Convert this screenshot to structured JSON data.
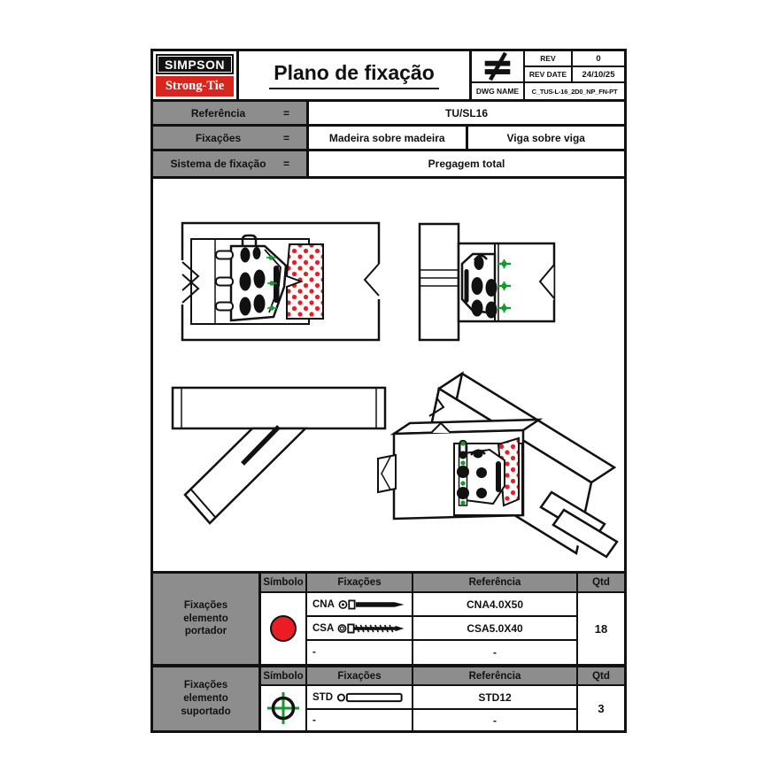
{
  "header": {
    "brand_top": "SIMPSON",
    "brand_bottom": "Strong-Tie",
    "title": "Plano de fixação",
    "rev_label": "REV",
    "rev_value": "0",
    "rev_date_label": "REV DATE",
    "rev_date_value": "24/10/25",
    "dwg_name_label": "DWG NAME",
    "dwg_name_value": "C_TUS-L-16_2D0_NP_FN-PT"
  },
  "info_rows": [
    {
      "label": "Referência",
      "eq": "=",
      "values": [
        "TU/SL16"
      ]
    },
    {
      "label": "Fixações",
      "eq": "=",
      "values": [
        "Madeira sobre madeira",
        "Viga sobre viga"
      ]
    },
    {
      "label": "Sistema de fixação",
      "eq": "=",
      "values": [
        "Pregagem total"
      ]
    }
  ],
  "fastener_tables": [
    {
      "group_label": "Fixações elemento portador",
      "col_symbol": "Símbolo",
      "col_fix": "Fixações",
      "col_ref": "Referência",
      "col_qty": "Qtd",
      "symbol": "red-filled-circle",
      "rows": [
        {
          "code": "CNA",
          "icon": "nail",
          "ref": "CNA4.0X50"
        },
        {
          "code": "CSA",
          "icon": "wood-screw",
          "ref": "CSA5.0X40"
        },
        {
          "code": "-",
          "icon": "none",
          "ref": "-"
        }
      ],
      "qty": "18"
    },
    {
      "group_label": "Fixações elemento suportado",
      "col_symbol": "Símbolo",
      "col_fix": "Fixações",
      "col_ref": "Referência",
      "col_qty": "Qtd",
      "symbol": "green-crosshair-circle",
      "rows": [
        {
          "code": "STD",
          "icon": "dowel",
          "ref": "STD12"
        },
        {
          "code": "-",
          "icon": "none",
          "ref": "-"
        }
      ],
      "qty": "3"
    }
  ],
  "colors": {
    "accent-red": "#ec1c24",
    "accent-green": "#169a2f",
    "logo-red": "#d8261f",
    "cell-gray": "#8d8d8d"
  }
}
